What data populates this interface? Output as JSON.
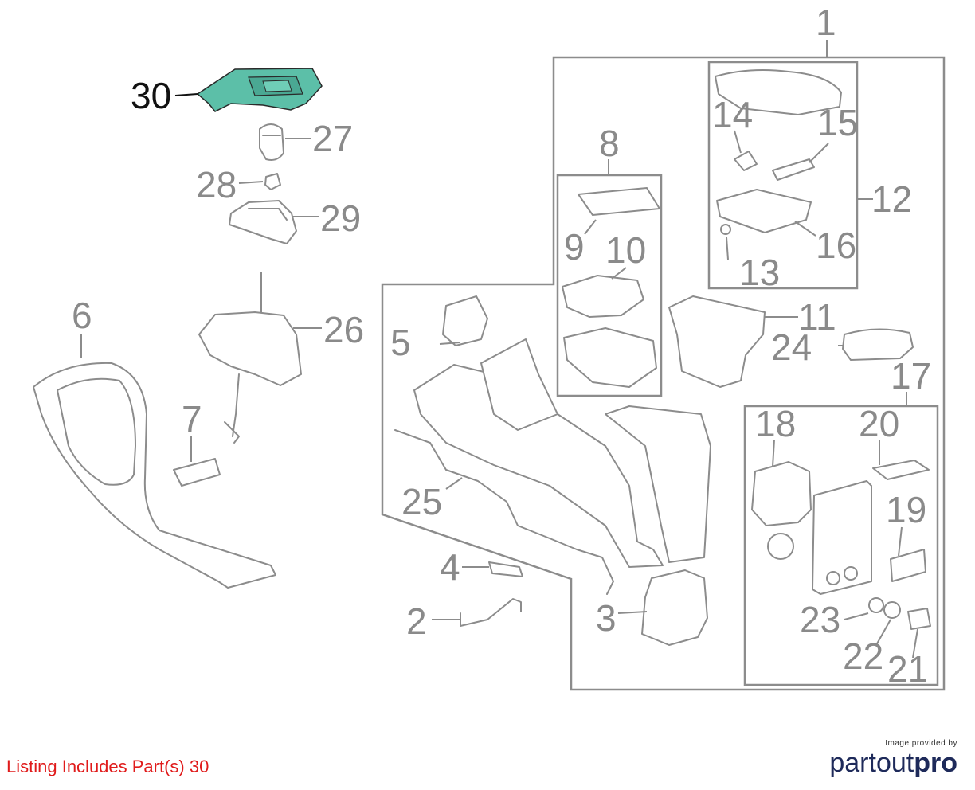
{
  "callouts": [
    {
      "id": "c1",
      "text": "1"
    },
    {
      "id": "c2",
      "text": "2"
    },
    {
      "id": "c3",
      "text": "3"
    },
    {
      "id": "c4",
      "text": "4"
    },
    {
      "id": "c5",
      "text": "5"
    },
    {
      "id": "c6",
      "text": "6"
    },
    {
      "id": "c7",
      "text": "7"
    },
    {
      "id": "c8",
      "text": "8"
    },
    {
      "id": "c9",
      "text": "9"
    },
    {
      "id": "c10",
      "text": "10"
    },
    {
      "id": "c11",
      "text": "11"
    },
    {
      "id": "c12",
      "text": "12"
    },
    {
      "id": "c13",
      "text": "13"
    },
    {
      "id": "c14",
      "text": "14"
    },
    {
      "id": "c15",
      "text": "15"
    },
    {
      "id": "c16",
      "text": "16"
    },
    {
      "id": "c17",
      "text": "17"
    },
    {
      "id": "c18",
      "text": "18"
    },
    {
      "id": "c19",
      "text": "19"
    },
    {
      "id": "c20",
      "text": "20"
    },
    {
      "id": "c21",
      "text": "21"
    },
    {
      "id": "c22",
      "text": "22"
    },
    {
      "id": "c23",
      "text": "23"
    },
    {
      "id": "c24",
      "text": "24"
    },
    {
      "id": "c25",
      "text": "25"
    },
    {
      "id": "c26",
      "text": "26"
    },
    {
      "id": "c27",
      "text": "27"
    },
    {
      "id": "c28",
      "text": "28"
    },
    {
      "id": "c29",
      "text": "29"
    },
    {
      "id": "c30",
      "text": "30"
    }
  ],
  "highlighted_part": "30",
  "colors": {
    "highlight_fill": "#5cbfa8",
    "callout_gray": "#8a8a8a",
    "listing_red": "#e01b1b",
    "brand_navy": "#1e2a5a"
  },
  "footer": {
    "listing_text": "Listing Includes Part(s) 30",
    "provider_small": "Image provided by",
    "brand_part": "part",
    "brand_out": "out",
    "brand_pro": "pro"
  }
}
